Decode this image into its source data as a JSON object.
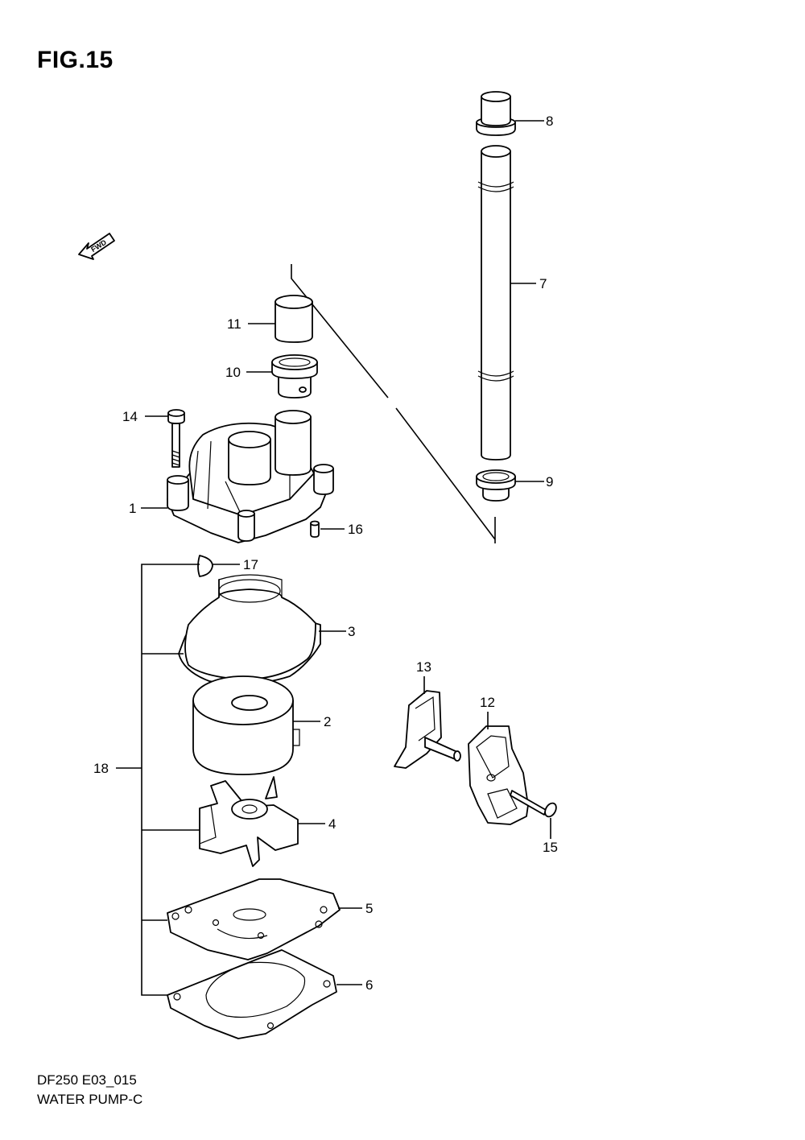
{
  "figure": {
    "title": "FIG.15",
    "model_code": "DF250 E03_015",
    "section_name": "WATER PUMP-C",
    "fwd_label": "FWD"
  },
  "callouts": [
    {
      "id": "c1",
      "label": "1"
    },
    {
      "id": "c2",
      "label": "2"
    },
    {
      "id": "c3",
      "label": "3"
    },
    {
      "id": "c4",
      "label": "4"
    },
    {
      "id": "c5",
      "label": "5"
    },
    {
      "id": "c6",
      "label": "6"
    },
    {
      "id": "c7",
      "label": "7"
    },
    {
      "id": "c8",
      "label": "8"
    },
    {
      "id": "c9",
      "label": "9"
    },
    {
      "id": "c10",
      "label": "10"
    },
    {
      "id": "c11",
      "label": "11"
    },
    {
      "id": "c12",
      "label": "12"
    },
    {
      "id": "c13",
      "label": "13"
    },
    {
      "id": "c14",
      "label": "14"
    },
    {
      "id": "c15",
      "label": "15"
    },
    {
      "id": "c16",
      "label": "16"
    },
    {
      "id": "c17",
      "label": "17"
    },
    {
      "id": "c18",
      "label": "18"
    }
  ]
}
